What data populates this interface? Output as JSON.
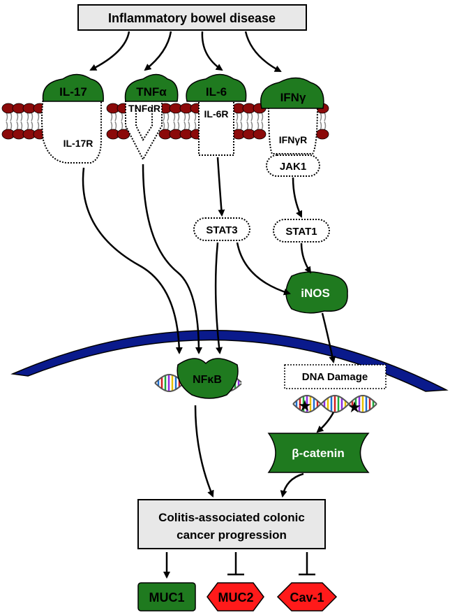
{
  "title_box": "Inflammatory bowel disease",
  "ligands": {
    "il17": "IL-17",
    "tnfa": "TNFα",
    "il6": "IL-6",
    "ifng": "IFNγ"
  },
  "receptors": {
    "il17r": "IL-17R",
    "tnfar": "TNFαR",
    "il6r": "IL-6R",
    "ifngr": "IFNγR"
  },
  "signaling": {
    "jak1": "JAK1",
    "stat3": "STAT3",
    "stat1": "STAT1",
    "inos": "iNOS",
    "nfkb": "NFκB",
    "dna_damage": "DNA Damage",
    "beta_catenin": "β-catenin"
  },
  "outcome": {
    "line1": "Colitis-associated colonic",
    "line2": "cancer progression"
  },
  "targets": {
    "muc1": "MUC1",
    "muc2": "MUC2",
    "cav1": "Cav-1"
  },
  "colors": {
    "green": "#1f7a1f",
    "red": "#ff1a1a",
    "nucleus": "#0a1a8c",
    "lipid": "#8b0a0a",
    "box_fill": "#e8e8e8"
  }
}
